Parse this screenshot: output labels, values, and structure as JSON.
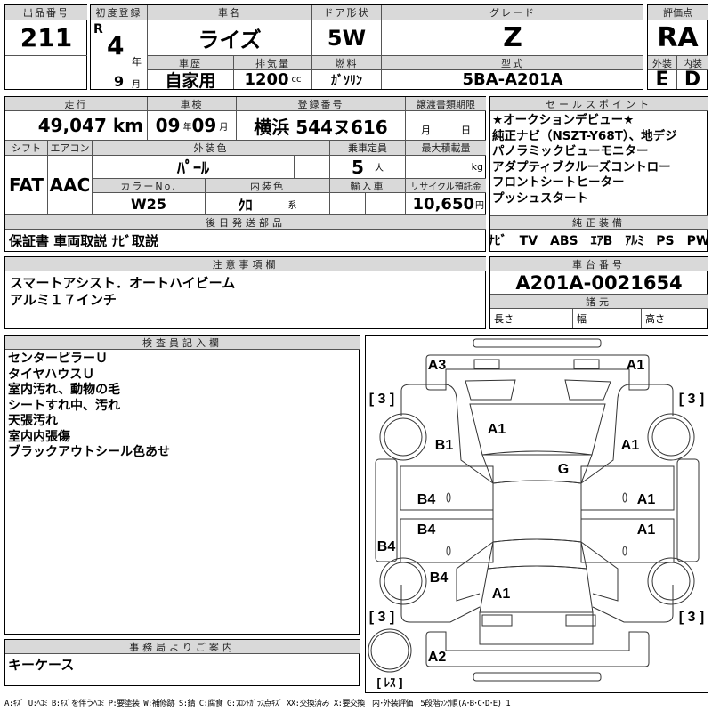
{
  "lot": {
    "label": "出品番号",
    "value": "211"
  },
  "first_reg": {
    "label": "初度登録",
    "era": "R",
    "year": "4",
    "year_unit": "年",
    "month": "9",
    "month_unit": "月"
  },
  "car_name": {
    "label": "車名",
    "value": "ライズ"
  },
  "door": {
    "label": "ドア形状",
    "value": "5W"
  },
  "grade": {
    "label": "グレード",
    "value": "Z"
  },
  "history": {
    "label": "車歴",
    "value": "自家用"
  },
  "displacement": {
    "label": "排気量",
    "value": "1200",
    "unit": "cc"
  },
  "fuel": {
    "label": "燃料",
    "value": "ｶﾞｿﾘﾝ"
  },
  "model": {
    "label": "型式",
    "value": "5BA-A201A"
  },
  "score": {
    "label": "評価点",
    "value": "RA",
    "ext_label": "外装",
    "int_label": "内装",
    "ext": "E",
    "int": "D"
  },
  "mileage": {
    "label": "走行",
    "value": "49,047",
    "unit": "km"
  },
  "inspection": {
    "label": "車検",
    "year": "09",
    "year_unit": "年",
    "month": "09",
    "month_unit": "月"
  },
  "plate": {
    "label": "登録番号",
    "value": "横浜 544ヌ616"
  },
  "transfer": {
    "label": "譲渡書類期限",
    "month_unit": "月",
    "day_unit": "日"
  },
  "shift": {
    "label": "シフト",
    "value": "FAT"
  },
  "ac": {
    "label": "エアコン",
    "value": "AAC"
  },
  "ext_color": {
    "label": "外装色",
    "value": "ﾊﾟｰﾙ"
  },
  "seats": {
    "label": "乗車定員",
    "value": "5",
    "unit": "人"
  },
  "max_load": {
    "label": "最大積載量",
    "unit": "kg"
  },
  "color_no": {
    "label": "カラーNo.",
    "value": "W25"
  },
  "int_color": {
    "label": "内装色",
    "value": "ｸﾛ",
    "unit": "系"
  },
  "import": {
    "label": "輸入車"
  },
  "recycle": {
    "label": "リサイクル預託金",
    "value": "10,650",
    "unit": "円"
  },
  "later_parts": {
    "label": "後日発送部品",
    "value": "保証書 車両取説 ﾅﾋﾞ取説"
  },
  "sales_points": {
    "label": "セールスポイント",
    "text": "★オークションデビュー★\n純正ナビ（NSZT-Y68T）、地デジ\nパノラミックビューモニター\nアダプティブクルーズコントロー\nフロントシートヒーター\nプッシュスタート"
  },
  "equipment": {
    "label": "純正装備",
    "value": "ﾅﾋﾞ　TV　ABS　ｴｱB　ｱﾙﾐ　PS　PW"
  },
  "notes": {
    "label": "注意事項欄",
    "text": "スマートアシスト．オートハイビーム\nアルミ１７インチ"
  },
  "chassis": {
    "label": "車台番号",
    "value": "A201A-0021654"
  },
  "specs": {
    "label": "諸元",
    "length": "長さ",
    "width": "幅",
    "height": "高さ"
  },
  "inspector": {
    "label": "検査員記入欄",
    "text": "センターピラーＵ\nタイヤハウスＵ\n室内汚れ、動物の毛\nシートすれ中、汚れ\n天張汚れ\n室内内張傷\nブラックアウトシール色あせ"
  },
  "office": {
    "label": "事務局よりご案内",
    "text": "キーケース"
  },
  "diagram": {
    "marks": [
      "A3",
      "A1",
      "A1",
      "B1",
      "A1",
      "G",
      "B4",
      "A1",
      "B4",
      "A1",
      "B4",
      "B4",
      "A1",
      "A2"
    ],
    "tires": [
      "[ 3 ]",
      "[ 3 ]",
      "[ 3 ]",
      "[ 3 ]",
      "[ ﾚｽ ]"
    ]
  },
  "legend": "A:ｷｽﾞ U:ﾍｺﾐ B:ｷｽﾞを伴うﾍｺﾐ P:要塗装 W:補修跡 S:錆 C:腐食 G:ﾌﾛﾝﾄｶﾞﾗｽ点ｷｽﾞ XX:交換済み X:要交換　内･外装評価　5段階ﾗﾝｸ順(A･B･C･D･E) 1"
}
